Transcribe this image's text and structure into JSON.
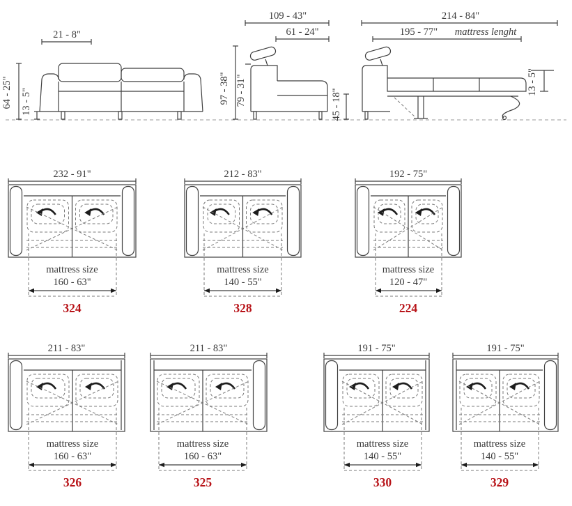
{
  "colors": {
    "ink": "#3f3f3f",
    "model_red": "#b81419",
    "dash": "#7a7a7a"
  },
  "elevations": {
    "front": {
      "arm_width": "21 - 8\"",
      "total_height": "64 - 25\"",
      "leg_height": "13 - 5\""
    },
    "side": {
      "total_depth": "109 - 43\"",
      "seat_depth": "61 - 24\"",
      "total_height": "97 - 38\"",
      "back_height": "79 - 31\"",
      "seat_height": "45 - 18\""
    },
    "open": {
      "total_depth": "214 - 84\"",
      "mattress_length": "195 - 77\"",
      "mattress_length_label": "mattress lenght",
      "mattress_thickness": "13 - 5\""
    }
  },
  "plans": [
    {
      "width": "232 - 91\"",
      "mattress_label": "mattress size",
      "mattress": "160 - 63\"",
      "model": "324",
      "arms": "both"
    },
    {
      "width": "212 - 83\"",
      "mattress_label": "mattress size",
      "mattress": "140 - 55\"",
      "model": "328",
      "arms": "both"
    },
    {
      "width": "192 - 75\"",
      "mattress_label": "mattress size",
      "mattress": "120 - 47\"",
      "model": "224",
      "arms": "both"
    },
    {
      "width": "211 - 83\"",
      "mattress_label": "mattress size",
      "mattress": "160 - 63\"",
      "model": "326",
      "arms": "left"
    },
    {
      "width": "211 - 83\"",
      "mattress_label": "mattress size",
      "mattress": "160 - 63\"",
      "model": "325",
      "arms": "right"
    },
    {
      "width": "191 - 75\"",
      "mattress_label": "mattress size",
      "mattress": "140 - 55\"",
      "model": "330",
      "arms": "left"
    },
    {
      "width": "191 - 75\"",
      "mattress_label": "mattress size",
      "mattress": "140 - 55\"",
      "model": "329",
      "arms": "right"
    }
  ]
}
